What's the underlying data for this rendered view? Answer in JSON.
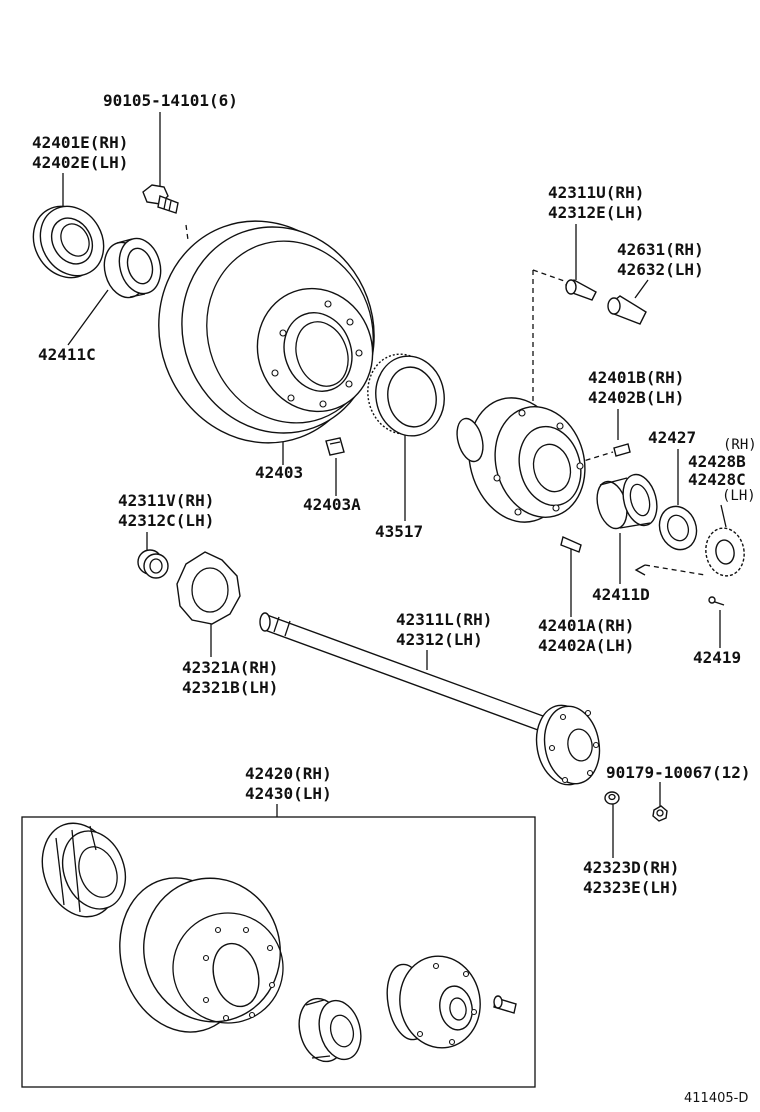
{
  "labels": {
    "bolt_90105": "90105-14101(6)",
    "seal_rh": "42401E(RH)",
    "seal_lh": "42402E(LH)",
    "bearing_42411c": "42411C",
    "drum_42403": "42403",
    "clip_42403a": "42403A",
    "rotor_43517": "43517",
    "stud_u_rh": "42311U(RH)",
    "stud_e_lh": "42312E(LH)",
    "pin_rh": "42631(RH)",
    "pin_lh": "42632(LH)",
    "pin_b_rh": "42401B(RH)",
    "pin_b_lh": "42402B(LH)",
    "part_42427": "42427",
    "rh_small": "(RH)",
    "part_42428b": "42428B",
    "part_42428c": "42428C",
    "lh_small": "(LH)",
    "bearing_42411d": "42411D",
    "bolt_42419": "42419",
    "stud_v_rh": "42311V(RH)",
    "stud_c_lh": "42312C(LH)",
    "stud_a_rh": "42401A(RH)",
    "stud_a_lh": "42402A(LH)",
    "gasket_rh": "42321A(RH)",
    "gasket_lh": "42321B(LH)",
    "shaft_rh": "42311L(RH)",
    "shaft_lh": "42312(LH)",
    "nut_90179": "90179-10067(12)",
    "washer_d_rh": "42323D(RH)",
    "washer_e_lh": "42323E(LH)",
    "assy_rh": "42420(RH)",
    "assy_lh": "42430(LH)",
    "figure_code": "411405-D"
  }
}
